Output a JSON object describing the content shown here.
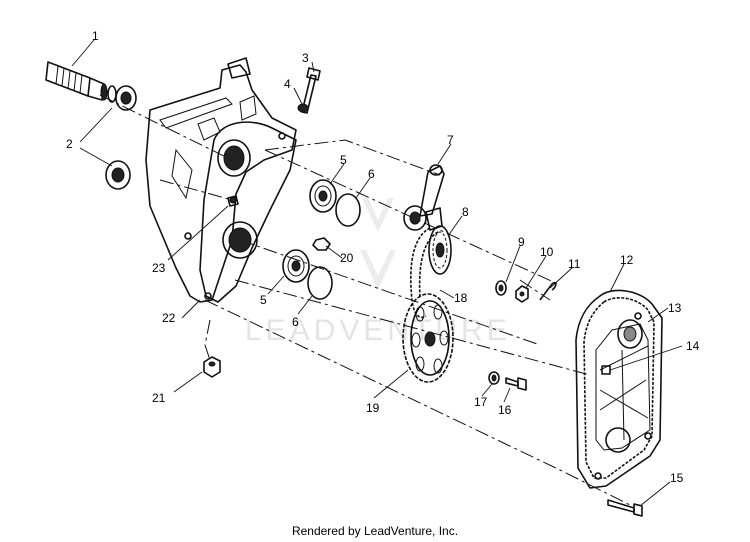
{
  "diagram": {
    "callouts": [
      "1",
      "2",
      "3",
      "4",
      "5",
      "6",
      "7",
      "8",
      "9",
      "10",
      "11",
      "12",
      "13",
      "14",
      "5",
      "6",
      "15",
      "16",
      "17",
      "18",
      "19",
      "20",
      "21",
      "22",
      "23"
    ],
    "watermark_text": "LEADVENTURE",
    "footer_credit": "Rendered by LeadVenture, Inc."
  }
}
